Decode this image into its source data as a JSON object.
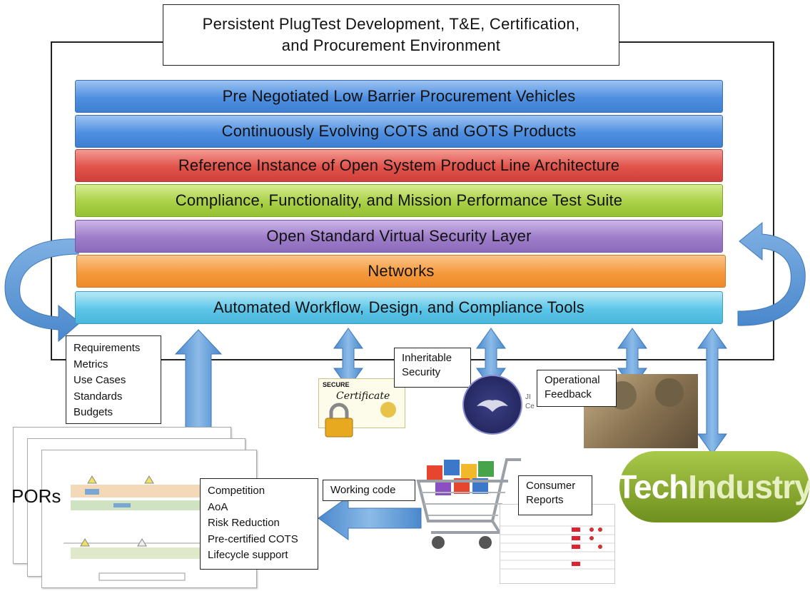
{
  "title": {
    "line1": "Persistent PlugTest Development, T&E, Certification,",
    "line2": "and Procurement Environment"
  },
  "layers": [
    {
      "label": "Pre Negotiated Low Barrier Procurement Vehicles",
      "color": "#4f8fe0"
    },
    {
      "label": "Continuously Evolving COTS and GOTS Products",
      "color": "#4f8fe0"
    },
    {
      "label": "Reference Instance of Open System  Product Line Architecture",
      "color": "#e0524a"
    },
    {
      "label": "Compliance, Functionality, and Mission Performance Test Suite",
      "color": "#a9d046"
    },
    {
      "label": "Open Standard Virtual Security Layer",
      "color": "#9d7cc9"
    },
    {
      "label": "Networks",
      "color": "#f59a3d"
    },
    {
      "label": "Automated Workflow, Design, and Compliance Tools",
      "color": "#5dc6e8"
    }
  ],
  "inputs_box": [
    "Requirements",
    "Metrics",
    "Use Cases",
    "Standards",
    "Budgets"
  ],
  "labels": {
    "inheritable_security": [
      "Inheritable",
      "Security"
    ],
    "operational_feedback": [
      "Operational",
      "Feedback"
    ],
    "working_code": "Working code",
    "consumer_reports": [
      "Consumer",
      "Reports"
    ],
    "pors": "PORs"
  },
  "benefits_box": [
    "Competition",
    "AoA",
    "Risk Reduction",
    "Pre-certified COTS",
    "Lifecycle support"
  ],
  "images": {
    "certificate": {
      "top_text": "SECURE",
      "script_text": "Certificate"
    },
    "seal_text": "JI",
    "seal_text2": "Ce",
    "tech_industry": {
      "word1": "Tech",
      "word2": "Industry"
    }
  },
  "arrow_color": "#5b9bd5"
}
